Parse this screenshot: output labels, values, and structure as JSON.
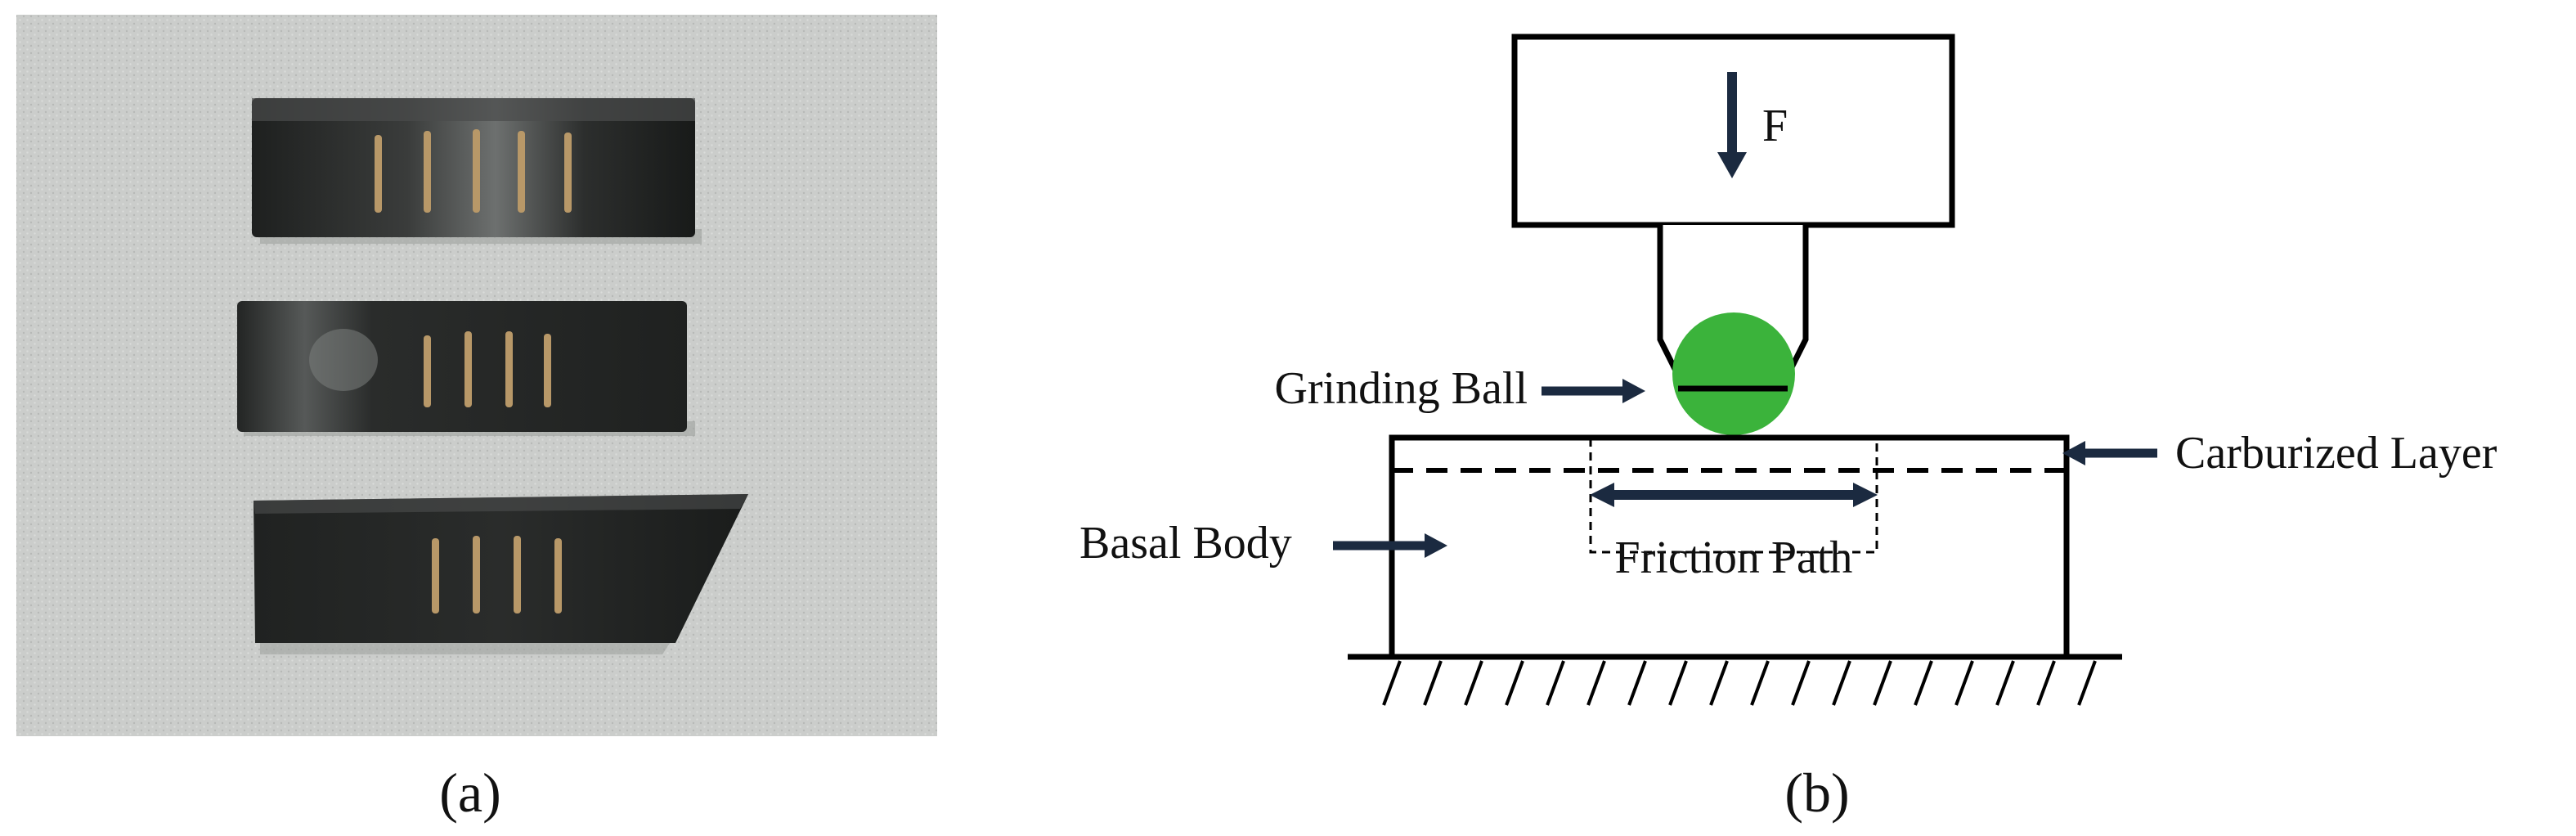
{
  "panel_a": {
    "caption": "(a)",
    "photo": {
      "specimen_count": 3,
      "wear_track_counts": [
        5,
        4,
        4
      ],
      "background_color": "#c9cbc9",
      "specimen_color": "#262826",
      "track_color": "#b89868"
    }
  },
  "panel_b": {
    "caption": "(b)",
    "labels": {
      "force": "F",
      "grinding_ball": "Grinding Ball",
      "carburized_layer": "Carburized Layer",
      "basal_body": "Basal Body",
      "friction_path": "Friction Path"
    },
    "colors": {
      "ball": "#3bb33b",
      "arrow": "#1b2a40",
      "line": "#000000"
    }
  }
}
